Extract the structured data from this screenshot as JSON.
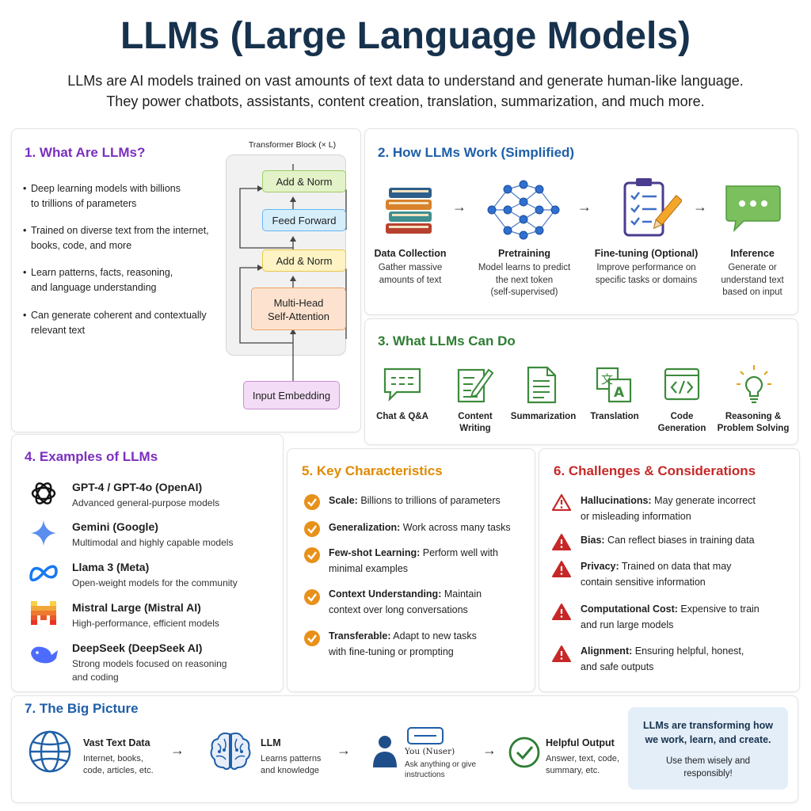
{
  "header": {
    "title": "LLMs (Large Language Models)",
    "subtitle_line1": "LLMs are AI models trained on vast amounts of text data to understand and generate human-like language.",
    "subtitle_line2": "They power chatbots, assistants, content creation, translation, summarization, and much more."
  },
  "what_are": {
    "title": "1. What Are LLMs?",
    "bullets": [
      {
        "l1": "Deep learning models with billions",
        "l2": "to trillions of parameters"
      },
      {
        "l1": "Trained on diverse text from the internet,",
        "l2": "books, code, and more"
      },
      {
        "l1": "Learn patterns, facts, reasoning,",
        "l2": "and language understanding"
      },
      {
        "l1": "Can generate coherent and contextually",
        "l2": "relevant text"
      }
    ],
    "transformer": {
      "caption": "Transformer Block (× L)",
      "add_norm_top": "Add & Norm",
      "feed_forward": "Feed Forward",
      "add_norm_mid": "Add & Norm",
      "attention_l1": "Multi-Head",
      "attention_l2": "Self-Attention",
      "input_embedding": "Input Embedding"
    }
  },
  "how_work": {
    "title": "2. How LLMs Work (Simplified)",
    "stages": [
      {
        "name": "Data Collection",
        "d1": "Gather massive",
        "d2": "amounts of text",
        "d3": ""
      },
      {
        "name": "Pretraining",
        "d1": "Model learns to predict",
        "d2": "the next token",
        "d3": "(self-supervised)"
      },
      {
        "name": "Fine-tuning (Optional)",
        "d1": "Improve performance on",
        "d2": "specific tasks or domains",
        "d3": ""
      },
      {
        "name": "Inference",
        "d1": "Generate or",
        "d2": "understand text",
        "d3": "based on input"
      }
    ],
    "icons": [
      "books-icon",
      "neural-network-icon",
      "clipboard-checklist-icon",
      "chat-bubble-icon"
    ]
  },
  "can_do": {
    "title": "3. What LLMs Can Do",
    "items": [
      {
        "l1": "Chat & Q&A",
        "l2": ""
      },
      {
        "l1": "Content",
        "l2": "Writing"
      },
      {
        "l1": "Summarization",
        "l2": ""
      },
      {
        "l1": "Translation",
        "l2": ""
      },
      {
        "l1": "Code",
        "l2": "Generation"
      },
      {
        "l1": "Reasoning &",
        "l2": "Problem Solving"
      }
    ]
  },
  "examples": {
    "title": "4. Examples of LLMs",
    "models": [
      {
        "name": "GPT-4 / GPT-4o (OpenAI)",
        "d1": "Advanced general-purpose models",
        "d2": "",
        "icon": "openai-logo-icon"
      },
      {
        "name": "Gemini (Google)",
        "d1": "Multimodal and highly capable models",
        "d2": "",
        "icon": "gemini-sparkle-icon"
      },
      {
        "name": "Llama 3 (Meta)",
        "d1": "Open-weight models for the community",
        "d2": "",
        "icon": "meta-logo-icon"
      },
      {
        "name": "Mistral Large (Mistral AI)",
        "d1": "High-performance, efficient models",
        "d2": "",
        "icon": "mistral-logo-icon"
      },
      {
        "name": "DeepSeek (DeepSeek AI)",
        "d1": "Strong models focused on reasoning",
        "d2": "and coding",
        "icon": "deepseek-whale-icon"
      }
    ]
  },
  "characteristics": {
    "title": "5. Key Characteristics",
    "items": [
      {
        "bold": "Scale:",
        "text1": " Billions to trillions of parameters",
        "text2": ""
      },
      {
        "bold": "Generalization:",
        "text1": " Work across many tasks",
        "text2": ""
      },
      {
        "bold": "Few-shot Learning:",
        "text1": " Perform well with",
        "text2": "minimal examples"
      },
      {
        "bold": "Context Understanding:",
        "text1": " Maintain",
        "text2": "context over long conversations"
      },
      {
        "bold": "Transferable:",
        "text1": " Adapt to new tasks",
        "text2": "with fine-tuning or prompting"
      }
    ]
  },
  "challenges": {
    "title": "6. Challenges & Considerations",
    "items": [
      {
        "bold": "Hallucinations:",
        "text1": " May generate incorrect",
        "text2": "or misleading information"
      },
      {
        "bold": "Bias:",
        "text1": " Can reflect biases in training data",
        "text2": ""
      },
      {
        "bold": "Privacy:",
        "text1": " Trained on data that may",
        "text2": "contain sensitive information"
      },
      {
        "bold": "Computational Cost:",
        "text1": " Expensive to train",
        "text2": "and run large models"
      },
      {
        "bold": "Alignment:",
        "text1": " Ensuring helpful, honest,",
        "text2": "and safe outputs"
      }
    ]
  },
  "big_picture": {
    "title": "7. The Big Picture",
    "steps": [
      {
        "name": "Vast Text Data",
        "d1": "Internet, books,",
        "d2": "code, articles, etc."
      },
      {
        "name": "LLM",
        "d1": "Learns patterns",
        "d2": "and knowledge"
      },
      {
        "name": "You (Nuser)",
        "d1": "Ask anything or give",
        "d2": "instructions"
      },
      {
        "name": "Helpful Output",
        "d1": "Answer, text, code,",
        "d2": "summary, etc."
      }
    ],
    "callout_l1": "LLMs are transforming how",
    "callout_l2": "we work, learn, and create.",
    "callout_l3": "Use them wisely and",
    "callout_l4": "responsibly!"
  },
  "colors": {
    "title": "#17324d",
    "purple": "#7b2fbe",
    "blue": "#1f5fa8",
    "green": "#2e7d32",
    "orange": "#e08a00",
    "red": "#c62828"
  }
}
